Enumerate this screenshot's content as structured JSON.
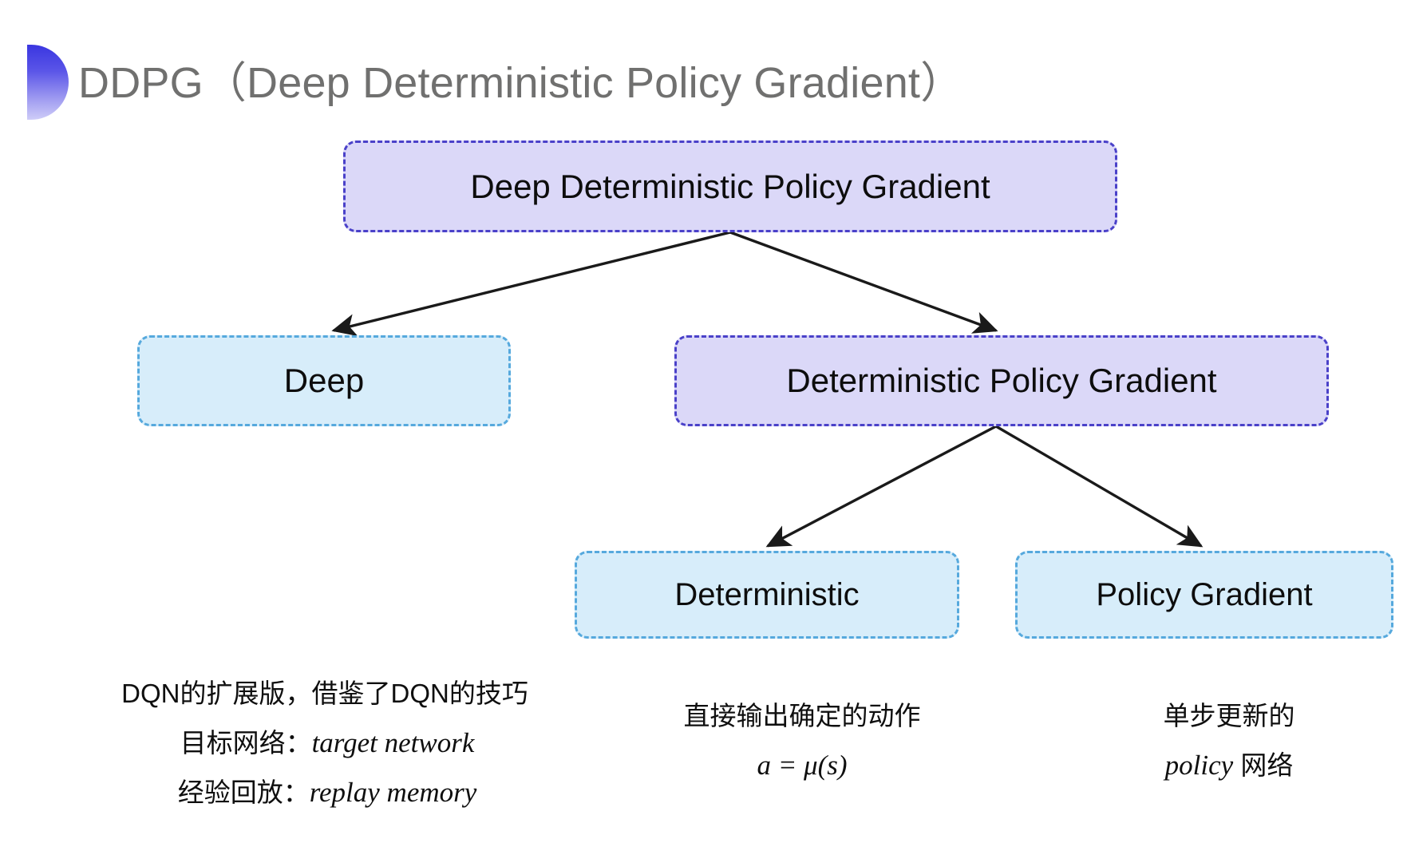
{
  "slide": {
    "title": "DDPG（Deep Deterministic Policy Gradient）",
    "background_color": "#ffffff",
    "title_color": "#70706f",
    "decoration_gradient_from": "#3a36e0",
    "decoration_gradient_to": "#cfcdf8"
  },
  "diagram": {
    "type": "tree",
    "palette": {
      "purple_fill": "#dbd8f8",
      "purple_border": "#4a41c9",
      "blue_fill": "#d7edfa",
      "blue_border": "#56a9dd",
      "arrow_color": "#1a1a1a"
    },
    "nodes": [
      {
        "id": "root",
        "label": "Deep Deterministic Policy Gradient",
        "style": "purple",
        "level": 0
      },
      {
        "id": "deep",
        "label": "Deep",
        "style": "blue",
        "level": 1
      },
      {
        "id": "dpg",
        "label": "Deterministic Policy Gradient",
        "style": "purple",
        "level": 1
      },
      {
        "id": "det",
        "label": "Deterministic",
        "style": "blue",
        "level": 2
      },
      {
        "id": "pg",
        "label": "Policy Gradient",
        "style": "blue",
        "level": 2
      }
    ],
    "edges": [
      {
        "from": "root",
        "to": "deep"
      },
      {
        "from": "root",
        "to": "dpg"
      },
      {
        "from": "dpg",
        "to": "det"
      },
      {
        "from": "dpg",
        "to": "pg"
      }
    ]
  },
  "notes": {
    "deep": {
      "line1": "DQN的扩展版，借鉴了DQN的技巧",
      "line2_label": "目标网络：",
      "line2_term": "target network",
      "line3_label": "经验回放：",
      "line3_term": "replay memory"
    },
    "deterministic": {
      "line1": "直接输出确定的动作",
      "line2": "a = μ(s)"
    },
    "policy_gradient": {
      "line1": "单步更新的",
      "line2_term": "policy",
      "line2_suffix": " 网络"
    }
  }
}
